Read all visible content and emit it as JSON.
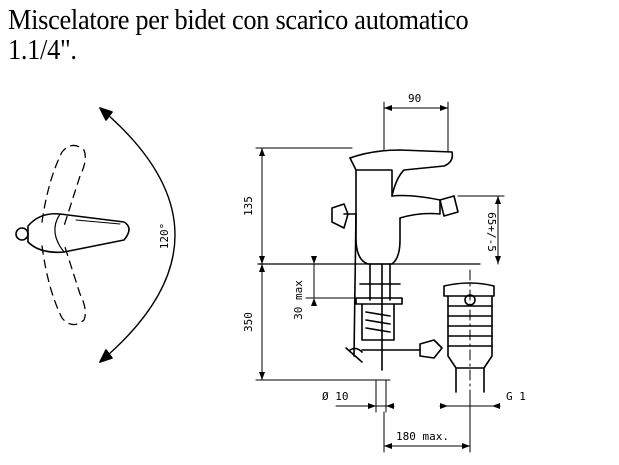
{
  "title": {
    "line1": "Miscelatore per bidet con scarico automatico",
    "line2": "1.1/4\"."
  },
  "dimensions": {
    "angle": "120°",
    "width_top": "90",
    "height_upper": "135",
    "spout_height": "65+/-5",
    "max_thickness": "30 max",
    "height_lower": "350",
    "diameter": "Ø 10",
    "thread": "G 1",
    "max_distance": "180 max."
  },
  "colors": {
    "ink": "#000000",
    "paper": "#ffffff"
  }
}
